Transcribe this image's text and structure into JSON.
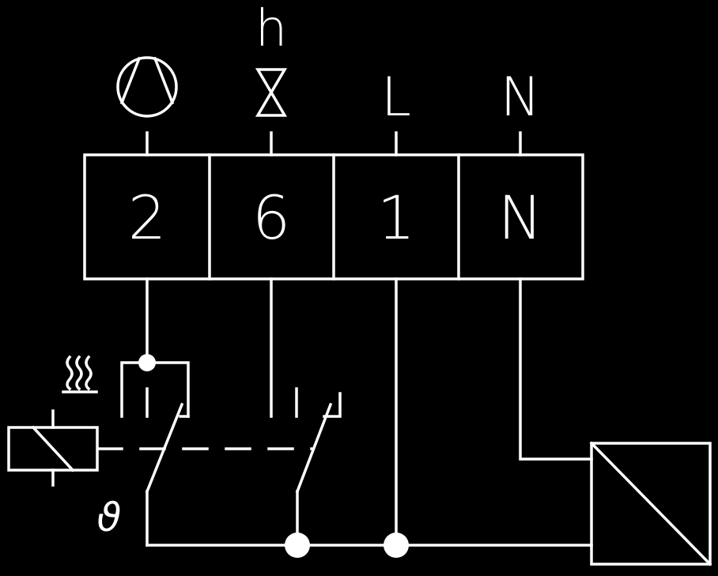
{
  "colors": {
    "background": "#000000",
    "stroke": "#ffffff"
  },
  "terminal_block": {
    "terminals": [
      {
        "number": "2",
        "top_symbol": "fan-icon"
      },
      {
        "number": "6",
        "top_symbol": "valve-icon",
        "top_label": "h"
      },
      {
        "number": "1",
        "top_label": "L"
      },
      {
        "number": "N",
        "top_label": "N"
      }
    ]
  },
  "symbols": {
    "temperature": "ϑ",
    "heating": "heating-icon",
    "relay_coil": "relay-coil-icon",
    "converter": "converter-icon"
  }
}
